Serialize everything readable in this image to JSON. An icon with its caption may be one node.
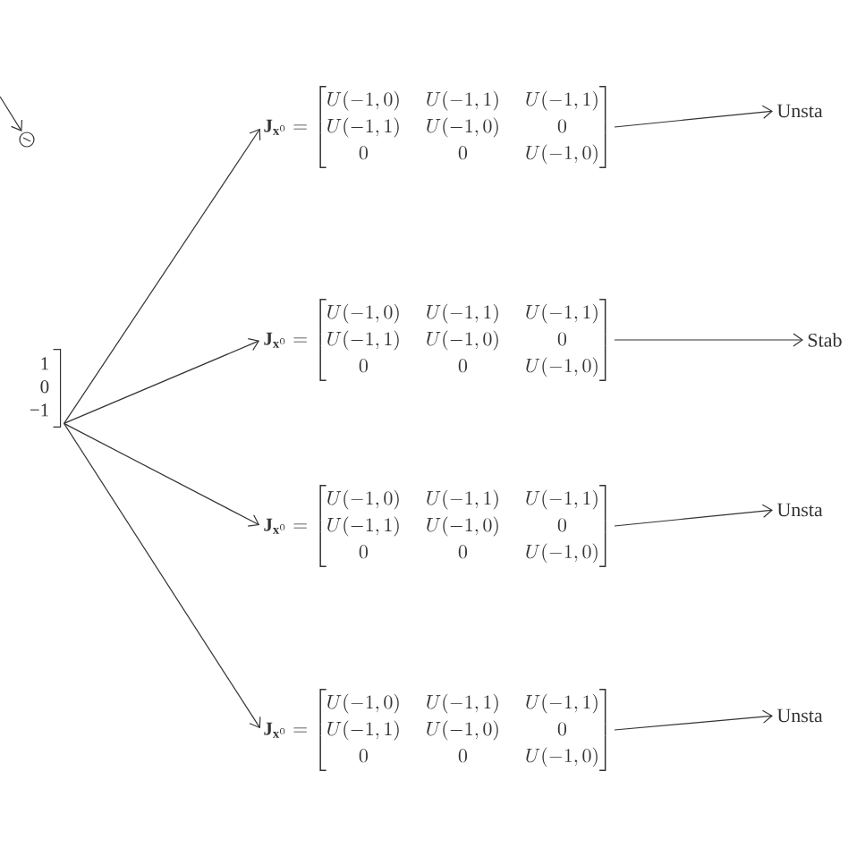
{
  "diagram": {
    "nodes": [
      {
        "text": [
          "1",
          "0",
          "−1"
        ]
      },
      {
        "text": [],
        "shape": "circle"
      },
      {
        "text": [
          "\\mathbf{J}_{\\mathbf{x}^{0}} = \\begin{bmatrix} U(-1,0) & U(-1,1) & U(-1,1) \\\\ U(-1,1) & U(-1,0) & 0 \\\\ 0 & 0 & U(-1,0) \\end{bmatrix}"
        ]
      },
      {
        "text": [
          "\\mathbf{J}_{\\mathbf{x}^{0}} = \\begin{bmatrix} U(-1,0) & U(-1,1) & U(-1,1) \\\\ U(-1,1) & U(-1,0) & 0 \\\\ 0 & 0 & U(-1,0) \\end{bmatrix}"
        ]
      },
      {
        "text": [
          "\\mathbf{J}_{\\mathbf{x}^{0}} = \\begin{bmatrix} U(-1,0) & U(-1,1) & U(-1,1) \\\\ U(-1,1) & U(-1,0) & 0 \\\\ 0 & 0 & U(-1,0) \\end{bmatrix}"
        ]
      },
      {
        "text": [
          "\\mathbf{J}_{\\mathbf{x}^{0}} = \\begin{bmatrix} U(-1,0) & U(-1,1) & U(-1,1) \\\\ U(-1,1) & U(-1,0) & 0 \\\\ 0 & 0 & U(-1,0) \\end{bmatrix}"
        ]
      },
      {
        "text": [
          "Unsta"
        ]
      },
      {
        "text": [
          "Stab"
        ]
      },
      {
        "text": [
          "Unsta"
        ]
      },
      {
        "text": [
          "Unsta"
        ]
      }
    ],
    "edges": [
      {
        "from": null,
        "to": 1,
        "arrow": "to"
      },
      {
        "from": 0,
        "to": 2,
        "arrow": "to"
      },
      {
        "from": 0,
        "to": 3,
        "arrow": "to"
      },
      {
        "from": 0,
        "to": 4,
        "arrow": "to"
      },
      {
        "from": 0,
        "to": 5,
        "arrow": "to"
      },
      {
        "from": 2,
        "to": 6,
        "arrow": "to"
      },
      {
        "from": 3,
        "to": 7,
        "arrow": "to"
      },
      {
        "from": 4,
        "to": 8,
        "arrow": "to"
      },
      {
        "from": 5,
        "to": 9,
        "arrow": "to"
      }
    ]
  }
}
